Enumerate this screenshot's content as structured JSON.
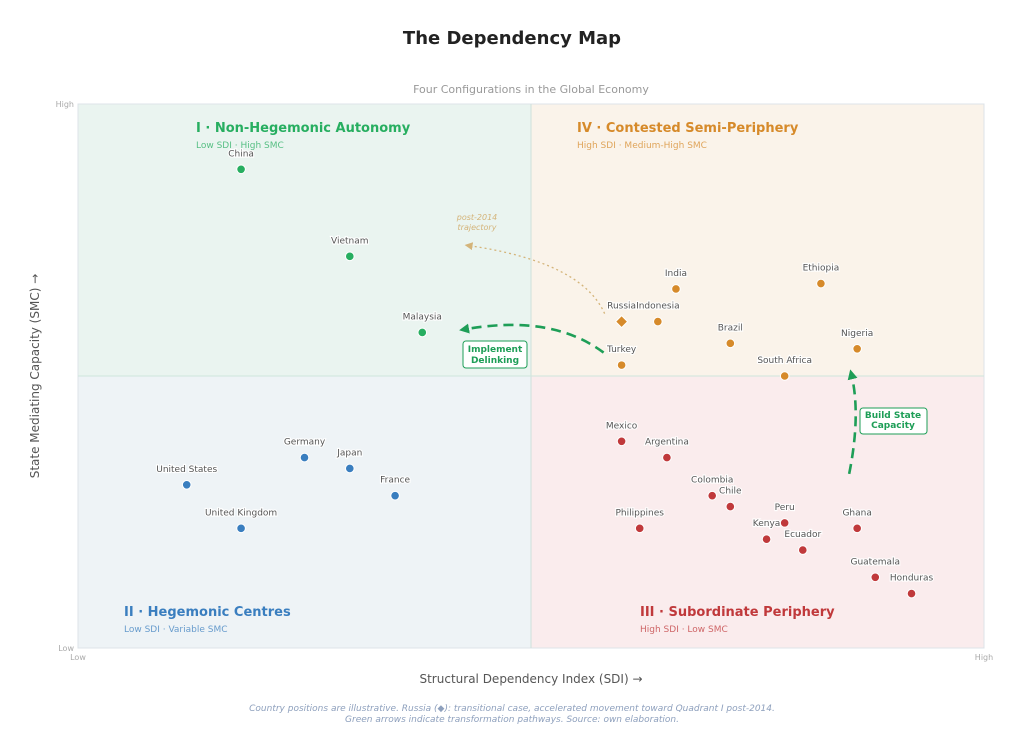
{
  "title": "The Dependency Map",
  "subtitle": "Four Configurations in the Global Economy",
  "chart_data": {
    "type": "scatter",
    "xlabel": "Structural Dependency Index (SDI)  →",
    "ylabel": "State Mediating Capacity (SMC)  →",
    "x_ticks": [
      "Low",
      "High"
    ],
    "y_ticks": [
      "Low",
      "High"
    ],
    "xlim": [
      0,
      10
    ],
    "ylim": [
      0,
      10
    ],
    "grid": false,
    "quadrants": [
      {
        "id": "I",
        "title": "I · Non-Hegemonic Autonomy",
        "subtitle": "Low SDI · High SMC",
        "color": "#27ae60",
        "bg": "#eaf4f0"
      },
      {
        "id": "II",
        "title": "II · Hegemonic Centres",
        "subtitle": "Low SDI · Variable SMC",
        "color": "#3a7ebf",
        "bg": "#eef3f6"
      },
      {
        "id": "III",
        "title": "III · Subordinate Periphery",
        "subtitle": "High SDI · Low SMC",
        "color": "#c0393b",
        "bg": "#faeced"
      },
      {
        "id": "IV",
        "title": "IV · Contested Semi-Periphery",
        "subtitle": "High SDI · Medium-High SMC",
        "color": "#d68a2a",
        "bg": "#faf3ea"
      }
    ],
    "points": [
      {
        "name": "China",
        "x": 1.8,
        "y": 8.8,
        "q": "I"
      },
      {
        "name": "Vietnam",
        "x": 3.0,
        "y": 7.2,
        "q": "I"
      },
      {
        "name": "Malaysia",
        "x": 3.8,
        "y": 5.8,
        "q": "I"
      },
      {
        "name": "United States",
        "x": 1.2,
        "y": 3.0,
        "q": "II"
      },
      {
        "name": "Germany",
        "x": 2.5,
        "y": 3.5,
        "q": "II"
      },
      {
        "name": "Japan",
        "x": 3.0,
        "y": 3.3,
        "q": "II"
      },
      {
        "name": "France",
        "x": 3.5,
        "y": 2.8,
        "q": "II"
      },
      {
        "name": "United Kingdom",
        "x": 1.8,
        "y": 2.2,
        "q": "II"
      },
      {
        "name": "Mexico",
        "x": 6.0,
        "y": 3.8,
        "q": "III"
      },
      {
        "name": "Argentina",
        "x": 6.5,
        "y": 3.5,
        "q": "III"
      },
      {
        "name": "Colombia",
        "x": 7.0,
        "y": 2.8,
        "q": "III"
      },
      {
        "name": "Chile",
        "x": 7.2,
        "y": 2.6,
        "q": "III"
      },
      {
        "name": "Philippines",
        "x": 6.2,
        "y": 2.2,
        "q": "III"
      },
      {
        "name": "Peru",
        "x": 7.8,
        "y": 2.3,
        "q": "III"
      },
      {
        "name": "Kenya",
        "x": 7.6,
        "y": 2.0,
        "q": "III"
      },
      {
        "name": "Ecuador",
        "x": 8.0,
        "y": 1.8,
        "q": "III"
      },
      {
        "name": "Ghana",
        "x": 8.6,
        "y": 2.2,
        "q": "III"
      },
      {
        "name": "Guatemala",
        "x": 8.8,
        "y": 1.3,
        "q": "III"
      },
      {
        "name": "Honduras",
        "x": 9.2,
        "y": 1.0,
        "q": "III"
      },
      {
        "name": "India",
        "x": 6.6,
        "y": 6.6,
        "q": "IV"
      },
      {
        "name": "Ethiopia",
        "x": 8.2,
        "y": 6.7,
        "q": "IV"
      },
      {
        "name": "Russia",
        "x": 6.0,
        "y": 6.0,
        "q": "IV",
        "marker": "diamond"
      },
      {
        "name": "Indonesia",
        "x": 6.4,
        "y": 6.0,
        "q": "IV"
      },
      {
        "name": "Brazil",
        "x": 7.2,
        "y": 5.6,
        "q": "IV"
      },
      {
        "name": "Nigeria",
        "x": 8.6,
        "y": 5.5,
        "q": "IV"
      },
      {
        "name": "Turkey",
        "x": 6.0,
        "y": 5.2,
        "q": "IV"
      },
      {
        "name": "South Africa",
        "x": 7.8,
        "y": 5.0,
        "q": "IV"
      }
    ],
    "annotations": {
      "delinking": "Implement\nDelinking",
      "state_capacity": "Build State\nCapacity",
      "trajectory": "post-2014\ntrajectory"
    },
    "footnote_1": "Country positions are illustrative. Russia (◆): transitional case, accelerated movement toward Quadrant I post-2014.",
    "footnote_2": "Green arrows indicate transformation pathways. Source: own elaboration."
  }
}
